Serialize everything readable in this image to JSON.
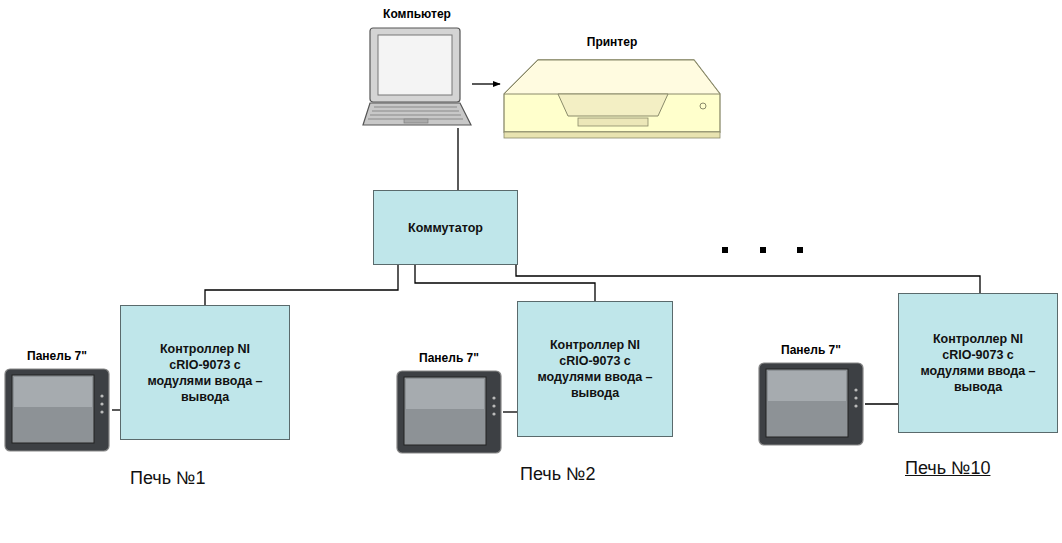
{
  "diagram": {
    "nodes": [
      {
        "text": [
          "Компьютер"
        ]
      },
      {
        "text": [
          "Принтер"
        ]
      },
      {
        "text": [
          "Коммутатор"
        ]
      },
      {
        "text": [
          "Панель 7\""
        ]
      },
      {
        "text": [
          "Контроллер NI cRIO-9073 с модулями ввода – вывода"
        ]
      },
      {
        "text": [
          "Панель 7\""
        ]
      },
      {
        "text": [
          "Контроллер NI cRIO-9073 с модулями ввода – вывода"
        ]
      },
      {
        "text": [
          "Панель 7\""
        ]
      },
      {
        "text": [
          "Контроллер NI cRIO-9073 с модулями ввода – вывода"
        ]
      }
    ],
    "edges": [
      {
        "from": 0,
        "to": 1,
        "arrow": "to"
      },
      {
        "from": 0,
        "to": 2,
        "arrow": "none"
      },
      {
        "from": 2,
        "to": 4,
        "arrow": "none"
      },
      {
        "from": 2,
        "to": 6,
        "arrow": "none"
      },
      {
        "from": 2,
        "to": 8,
        "arrow": "none"
      },
      {
        "from": 3,
        "to": 4,
        "arrow": "none"
      },
      {
        "from": 5,
        "to": 6,
        "arrow": "none"
      },
      {
        "from": 7,
        "to": 8,
        "arrow": "none"
      }
    ],
    "labels": [
      "Печь №1",
      "Печь №2",
      "Печь №10"
    ]
  }
}
